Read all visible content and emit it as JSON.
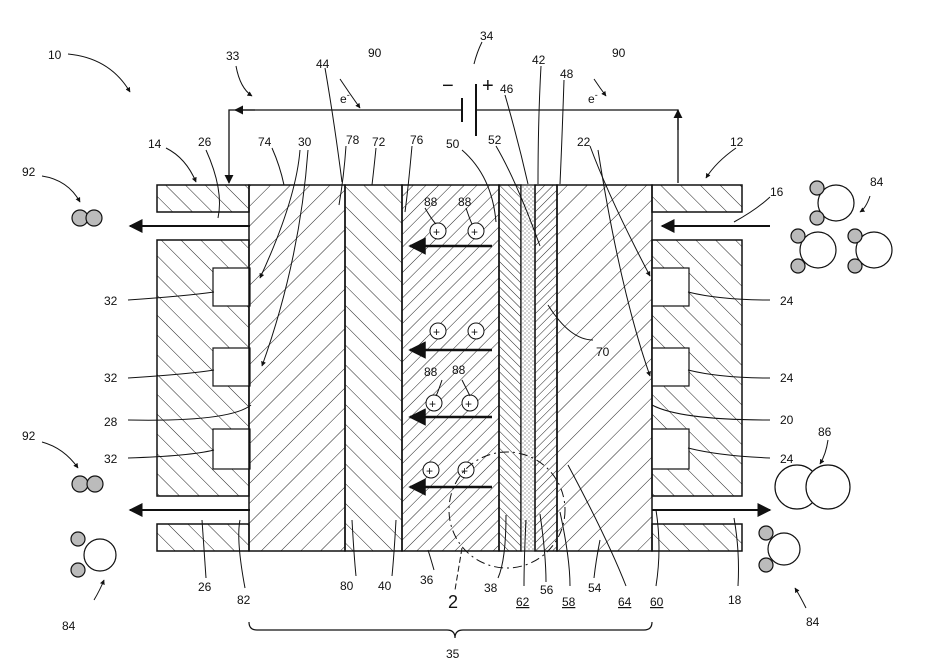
{
  "figure": {
    "ref_labels": {
      "device": "10",
      "anode_plate": "14",
      "cathode_plate": "12",
      "anode_outlet_top": "26",
      "anode_outlet_bottom": "26",
      "anode_face": "28",
      "anode_channels_top": "30",
      "anode_channel_1": "32",
      "anode_channel_2": "32",
      "anode_channel_3": "32",
      "circuit": "33",
      "power_source": "34",
      "assembly_bracket": "35",
      "membrane_bottom": "36",
      "layer_38": "38",
      "layer_40": "40",
      "layer_42": "42",
      "layer_44": "44",
      "layer_46": "46",
      "layer_48": "48",
      "layer_50": "50",
      "layer_52": "52",
      "layer_54": "54",
      "layer_56": "56",
      "layer_58": "58",
      "layer_60": "60",
      "layer_62": "62",
      "layer_64": "64",
      "interface_70": "70",
      "layer_72": "72",
      "layer_74": "74",
      "layer_76": "76",
      "layer_78": "78",
      "layer_80": "80",
      "layer_82": "82",
      "cathode_inlet": "16",
      "cathode_outlet": "18",
      "cathode_face": "20",
      "cathode_channels_top": "22",
      "cathode_channel_1": "24",
      "cathode_channel_2": "24",
      "cathode_channel_3": "24",
      "feed_molecules_top": "84",
      "feed_molecules_bottom_left": "84",
      "feed_molecules_bottom_right": "84",
      "product_86": "86",
      "product_92_top": "92",
      "product_92_bottom": "92",
      "electrons_left": "90",
      "electrons_right": "90",
      "ions_1": "88",
      "ions_2": "88",
      "ions_3": "88",
      "ions_4": "88",
      "detail_ref": "2"
    },
    "electron_symbol": "e",
    "electron_superscript": "-",
    "polarity_minus": "−",
    "polarity_plus": "+",
    "ion_symbol": "+"
  }
}
